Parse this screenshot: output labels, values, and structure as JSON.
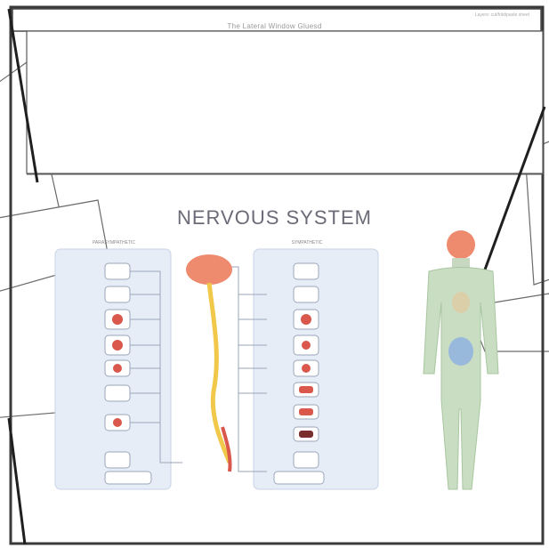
{
  "page": {
    "top_caption": "The Lateral Window Gluesd",
    "corner_note": "Layers: cut/fold/paste sheet"
  },
  "worksheet": {
    "title": "NERVOUS SYSTEM",
    "left_heading": "PARASYMPATHETIC",
    "right_heading": "SYMPATHETIC"
  },
  "colors": {
    "outline": "#2b2b2b",
    "brain": "#ee8a6e",
    "spine_yellow": "#f1c84a",
    "spine_red": "#d9574b",
    "organ_red": "#d9574b",
    "panel_blue": "#e6edf7",
    "body_green": "#a8c6a0",
    "body_blue": "#8fb3e0"
  }
}
